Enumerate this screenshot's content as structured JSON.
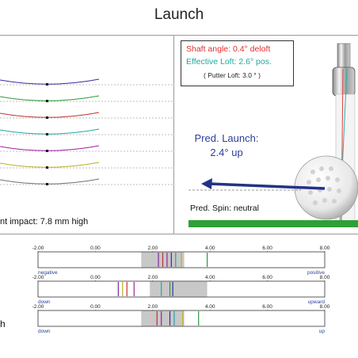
{
  "header": {
    "title": "Launch"
  },
  "left_panel": {
    "impact_text": "nt impact:  7.8 mm high",
    "curve_colors": [
      "#3a2aa0",
      "#2e9a36",
      "#c03030",
      "#22a8a8",
      "#a020a0",
      "#b8b020",
      "#707070"
    ]
  },
  "right_panel": {
    "info": {
      "shaft_angle": "Shaft angle: 0.4° deloft",
      "effective_loft": "Effective Loft: 2.6° pos.",
      "putter_loft": "( Putter Loft: 3.0 ° )"
    },
    "pred_launch_label": "Pred. Launch:",
    "pred_launch_value": "2.4° up",
    "pred_spin": "Pred. Spin: neutral",
    "colors": {
      "arrow": "#223388",
      "ground": "#2ea036",
      "shaft_line": "#e04040",
      "loft_line": "#30b0a8"
    }
  },
  "scales": {
    "tick_labels": [
      "-2.00",
      "0.00",
      "2.00",
      "4.00",
      "6.00",
      "8.00"
    ],
    "axis_min": -2,
    "axis_max": 8,
    "rows": [
      {
        "left": "negative",
        "right": "positive",
        "band": [
          1.6,
          3.1
        ],
        "marks": [
          {
            "v": 2.2,
            "c": "#7a2aa0"
          },
          {
            "v": 2.35,
            "c": "#c03030"
          },
          {
            "v": 2.5,
            "c": "#a020a0"
          },
          {
            "v": 2.65,
            "c": "#3a2aa0"
          },
          {
            "v": 2.8,
            "c": "#22a8a8"
          },
          {
            "v": 3.0,
            "c": "#b8b020"
          },
          {
            "v": 3.9,
            "c": "#2e9a36"
          }
        ]
      },
      {
        "left": "down",
        "right": "upward",
        "band": [
          1.9,
          3.9
        ],
        "marks": [
          {
            "v": 0.8,
            "c": "#7a2aa0"
          },
          {
            "v": 0.95,
            "c": "#b8b020"
          },
          {
            "v": 1.1,
            "c": "#c03030"
          },
          {
            "v": 1.35,
            "c": "#a020a0"
          },
          {
            "v": 2.3,
            "c": "#22a8a8"
          },
          {
            "v": 2.6,
            "c": "#2e9a36"
          },
          {
            "v": 2.7,
            "c": "#3a2aa0"
          }
        ]
      },
      {
        "left": "down",
        "right": "up",
        "band": [
          1.6,
          3.1
        ],
        "marks": [
          {
            "v": 2.15,
            "c": "#c03030"
          },
          {
            "v": 2.3,
            "c": "#a020a0"
          },
          {
            "v": 2.6,
            "c": "#3a2aa0"
          },
          {
            "v": 2.75,
            "c": "#22a8a8"
          },
          {
            "v": 3.05,
            "c": "#b8b020"
          },
          {
            "v": 3.6,
            "c": "#2e9a36"
          }
        ]
      }
    ]
  },
  "bottom_label": "h"
}
